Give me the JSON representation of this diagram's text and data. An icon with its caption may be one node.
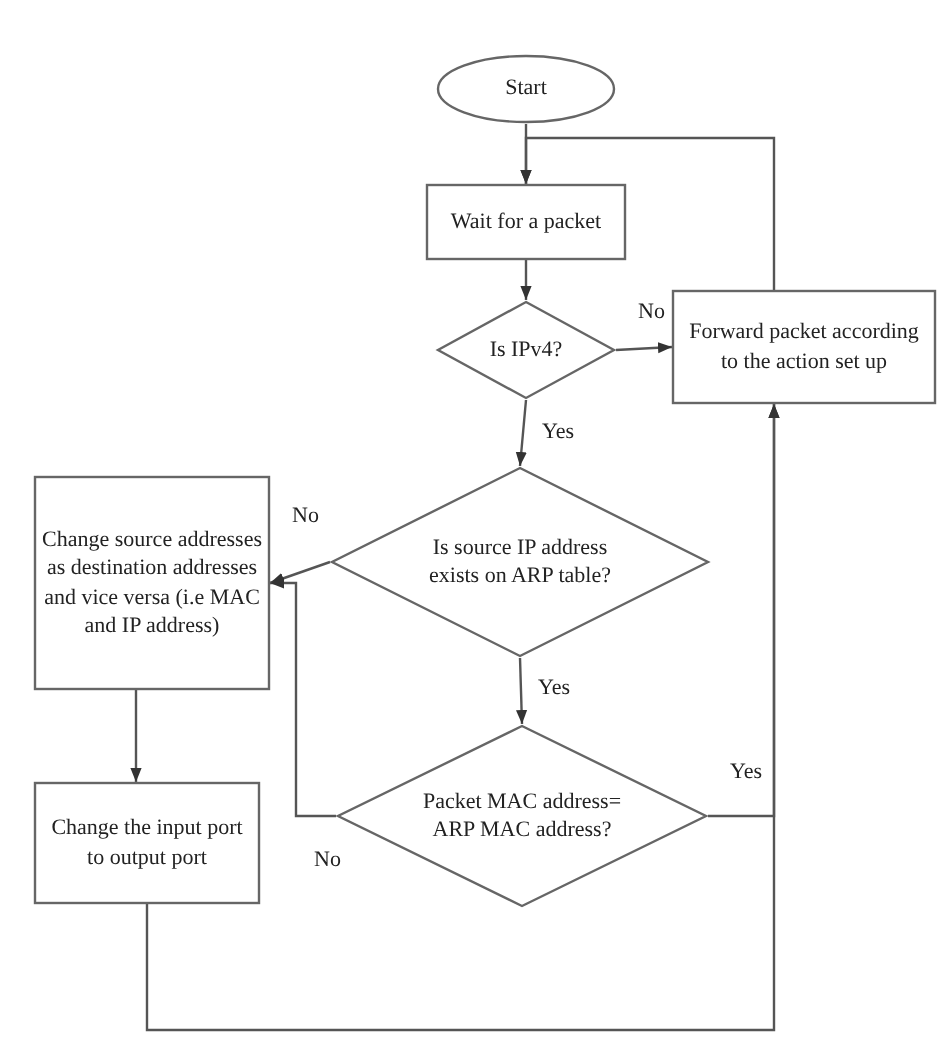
{
  "diagram": {
    "nodes": [
      {
        "text": [
          "Start"
        ]
      },
      {
        "text": [
          "Wait for a packet"
        ]
      },
      {
        "text": [
          "Is IPv4?"
        ]
      },
      {
        "text": [
          "Forward packet according to the action set up"
        ]
      },
      {
        "text": [
          "Is source IP address exists on ARP table?"
        ]
      },
      {
        "text": [
          "Change source addresses as destination addresses and vice versa (i.e MAC and IP address)"
        ]
      },
      {
        "text": [
          "Packet MAC address= ARP MAC address?"
        ]
      },
      {
        "text": [
          "Change the input port to output port"
        ]
      }
    ],
    "edges": [
      {
        "from": 0,
        "to": 1,
        "arrow": "to"
      },
      {
        "from": 1,
        "to": 2,
        "arrow": "to"
      },
      {
        "from": 2,
        "to": 3,
        "arrow": "to",
        "label": "No"
      },
      {
        "from": 2,
        "to": 4,
        "arrow": "to",
        "label": "Yes"
      },
      {
        "from": 4,
        "to": 5,
        "arrow": "to",
        "label": "No"
      },
      {
        "from": 4,
        "to": 6,
        "arrow": "to",
        "label": "Yes"
      },
      {
        "from": 6,
        "to": 5,
        "arrow": "to",
        "label": "No"
      },
      {
        "from": 6,
        "to": 3,
        "arrow": "to",
        "label": "Yes"
      },
      {
        "from": 5,
        "to": 7,
        "arrow": "to"
      },
      {
        "from": 7,
        "to": 3,
        "arrow": "to"
      },
      {
        "from": 3,
        "to": 1,
        "arrow": "to"
      }
    ]
  }
}
